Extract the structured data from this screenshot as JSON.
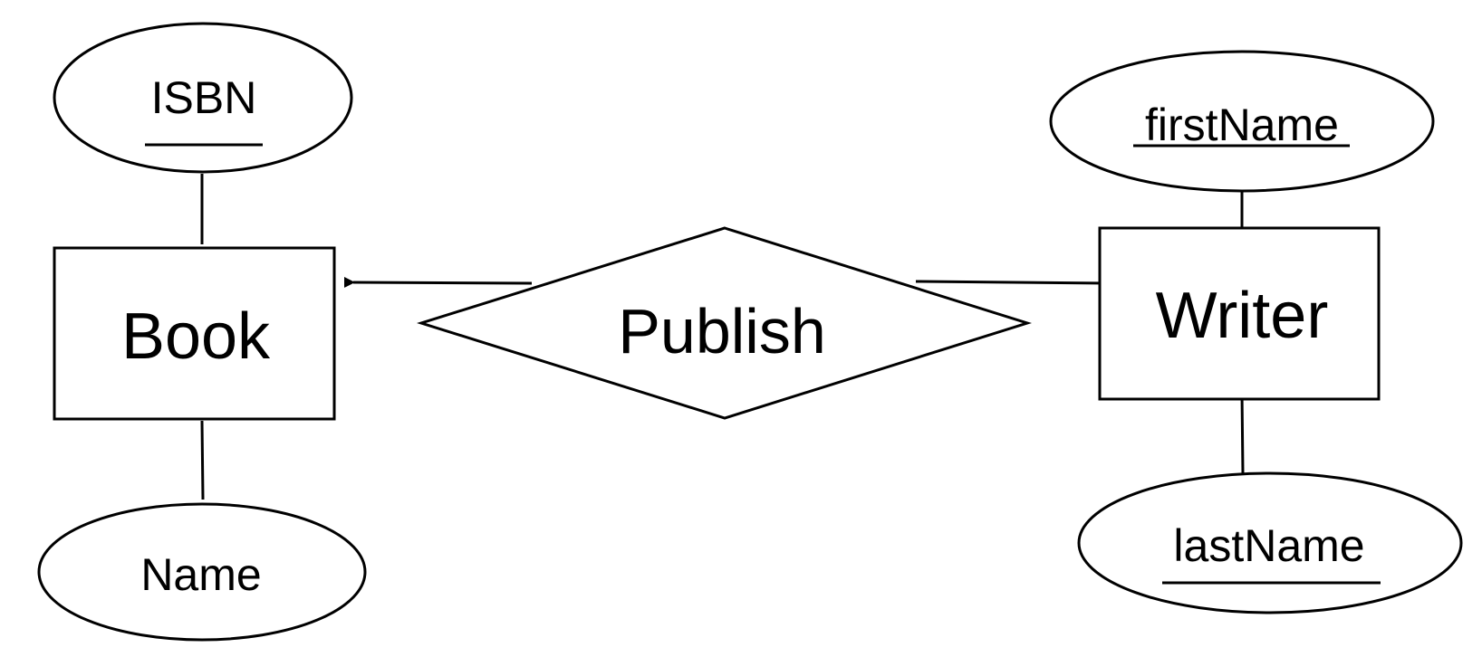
{
  "diagram": {
    "entities": {
      "book": {
        "label": "Book"
      },
      "writer": {
        "label": "Writer"
      }
    },
    "relationship": {
      "label": "Publish"
    },
    "attributes": {
      "isbn": {
        "label": "ISBN",
        "is_key": true
      },
      "name": {
        "label": "Name",
        "is_key": false
      },
      "first_name": {
        "label": "firstName",
        "is_key": true
      },
      "last_name": {
        "label": "lastName",
        "is_key": true
      }
    }
  },
  "colors": {
    "stroke": "#000000",
    "background": "#ffffff"
  }
}
